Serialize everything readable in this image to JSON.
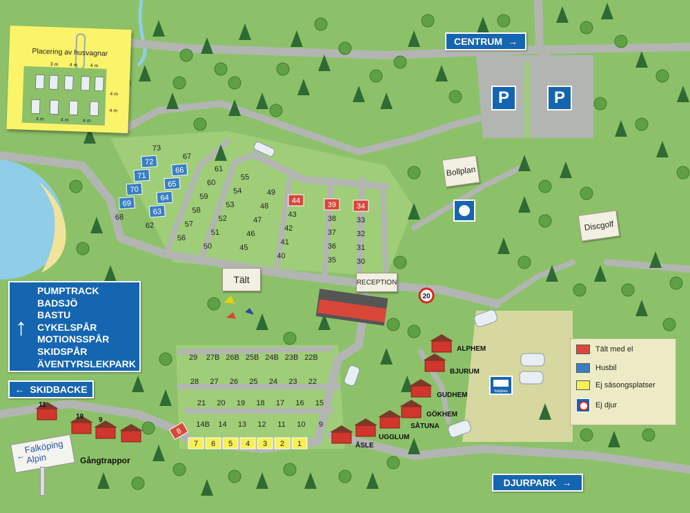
{
  "signs": {
    "centrum": {
      "label": "CENTRUM",
      "arrow": "→"
    },
    "skidbacke": {
      "label": "SKIDBACKE",
      "arrow": "←"
    },
    "djurpark": {
      "label": "DJURPARK",
      "arrow": "→"
    },
    "falkoping": {
      "line1": "Falköping",
      "line2": "Alpin",
      "arrow": "←"
    },
    "main_directions": {
      "arrow": "↑",
      "items": [
        "PUMPTRACK",
        "BADSJÖ",
        "BASTU",
        "CYKELSPÅR",
        "MOTIONSSPÅR",
        "SKIDSPÅR",
        "ÄVENTYRSLEKPARK"
      ]
    }
  },
  "note": {
    "title": "Placering av husvagnar",
    "dims": [
      "3 m",
      "4 m",
      "4 m",
      "4 m",
      "4 m",
      "4 m",
      "4 m",
      "4 m"
    ]
  },
  "boards": {
    "talt": "Tält",
    "reception": "RECEPTION",
    "bollplan": "Bollplan",
    "discgolf": "Discgolf"
  },
  "labels": {
    "gangtrappor": "Gångtrappor",
    "stallplats": "Ställplats",
    "speed": "20"
  },
  "parking": {
    "symbol": "P"
  },
  "cabins": [
    "ALPHEM",
    "BJURUM",
    "GUDHEM",
    "GÖKHEM",
    "SÅTUNA",
    "UGGLUM",
    "ÅSLE"
  ],
  "cabin_numbers": [
    "11",
    "10",
    "9"
  ],
  "legend": [
    {
      "label": "Tält med el",
      "color": "#d9473a"
    },
    {
      "label": "Husbil",
      "color": "#3a7fc4"
    },
    {
      "label": "Ej säsongsplatser",
      "color": "#f6ef5a"
    },
    {
      "label": "Ej djur",
      "color": "#ffffff"
    }
  ],
  "colors": {
    "grass": "#8cc169",
    "field": "#9fcd78",
    "road": "#b3b5b3",
    "tent_el": "#d9473a",
    "husbil": "#3a7fc4",
    "seasonal_free": "#f6ef5a",
    "sign_blue": "#1565b0",
    "water": "#8fcde8"
  },
  "lots": {
    "husbil": [
      "66",
      "65",
      "64",
      "63",
      "72",
      "71",
      "70",
      "69"
    ],
    "tent_el": [
      "44",
      "39",
      "34",
      "8"
    ],
    "seasonal_free": [
      "7",
      "6",
      "5",
      "4",
      "3",
      "2",
      "1"
    ],
    "col_a": [
      "73",
      "72",
      "71",
      "70",
      "69",
      "68"
    ],
    "col_b": [
      "67",
      "66",
      "65",
      "64",
      "63",
      "62"
    ],
    "col_c": [
      "61",
      "60",
      "59",
      "58",
      "57",
      "56"
    ],
    "col_d": [
      "55",
      "54",
      "53",
      "52",
      "51",
      "50"
    ],
    "col_e": [
      "49",
      "48",
      "47",
      "46",
      "45"
    ],
    "col_f": [
      "44",
      "43",
      "42",
      "41",
      "40"
    ],
    "col_g": [
      "39",
      "38",
      "37",
      "36",
      "35"
    ],
    "col_h": [
      "34",
      "33",
      "32",
      "31",
      "30"
    ],
    "row1": [
      "29",
      "27B",
      "26B",
      "25B",
      "24B",
      "23B",
      "22B"
    ],
    "row2": [
      "28",
      "27",
      "26",
      "25",
      "24",
      "23",
      "22"
    ],
    "row3": [
      "21",
      "20",
      "19",
      "18",
      "17",
      "16",
      "15"
    ],
    "row4": [
      "14B",
      "14",
      "13",
      "12",
      "11",
      "10",
      "9"
    ],
    "row5": [
      "8",
      "7",
      "6",
      "5",
      "4",
      "3",
      "2",
      "1"
    ]
  }
}
